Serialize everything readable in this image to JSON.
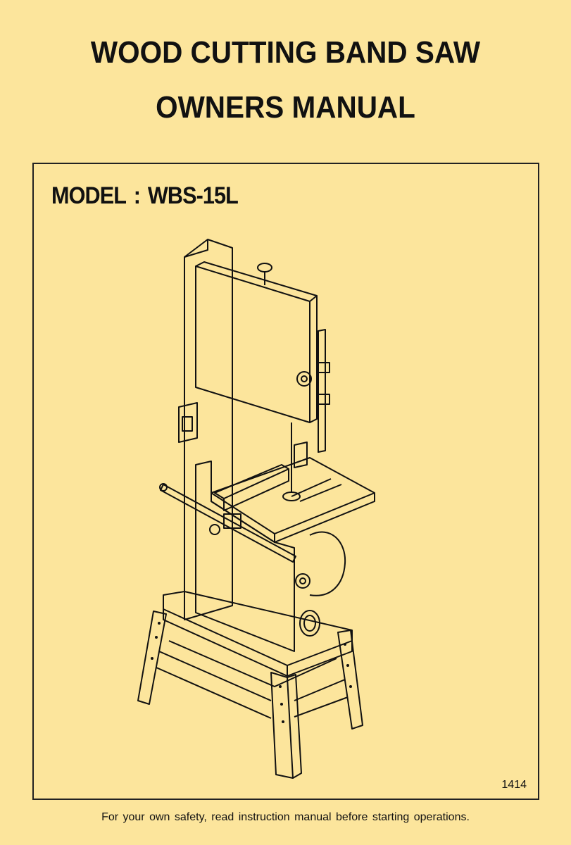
{
  "title_line1": "WOOD CUTTING BAND SAW",
  "title_line2": "OWNERS MANUAL",
  "model_label": "MODEL",
  "model_separator": ":",
  "model_number": "WBS-15L",
  "document_code": "1414",
  "footer_notice": "For your own safety, read instruction manual before starting operations.",
  "colors": {
    "background": "#fce59c",
    "ink": "#111111"
  }
}
